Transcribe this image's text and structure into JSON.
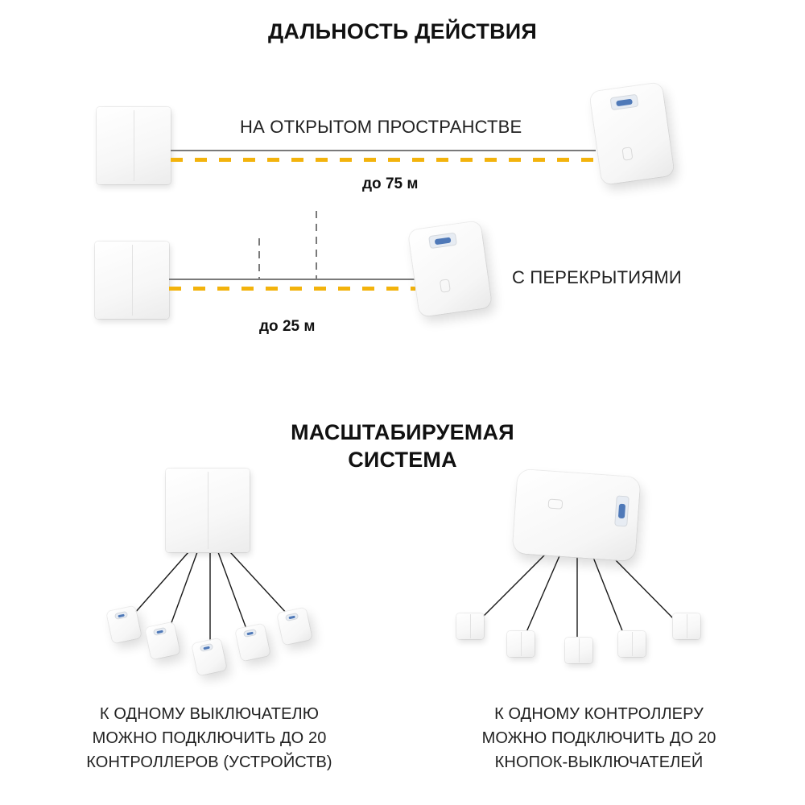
{
  "section_range": {
    "title": "ДАЛЬНОСТЬ ДЕЙСТВИЯ",
    "open_space": {
      "label": "НА ОТКРЫТОМ ПРОСТРАНСТВЕ",
      "distance": "до 75 м"
    },
    "with_obstacles": {
      "label": "С ПЕРЕКРЫТИЯМИ",
      "distance": "до 25 м"
    }
  },
  "section_scalable": {
    "title_line1": "МАСШТАБИРУЕМАЯ",
    "title_line2": "СИСТЕМА",
    "left_caption": {
      "line1": "К ОДНОМУ ВЫКЛЮЧАТЕЛЮ",
      "line2": "МОЖНО ПОДКЛЮЧИТЬ ДО 20",
      "line3": "КОНТРОЛЛЕРОВ (УСТРОЙСТВ)"
    },
    "right_caption": {
      "line1": "К ОДНОМУ КОНТРОЛЛЕРУ",
      "line2": "МОЖНО ПОДКЛЮЧИТЬ ДО 20",
      "line3": "КНОПОК-ВЫКЛЮЧАТЕЛЕЙ"
    }
  },
  "colors": {
    "accent_yellow": "#f3b30c",
    "line_gray": "#7a7a7a",
    "text": "#111111",
    "terminal_blue": "#4f79b8"
  }
}
